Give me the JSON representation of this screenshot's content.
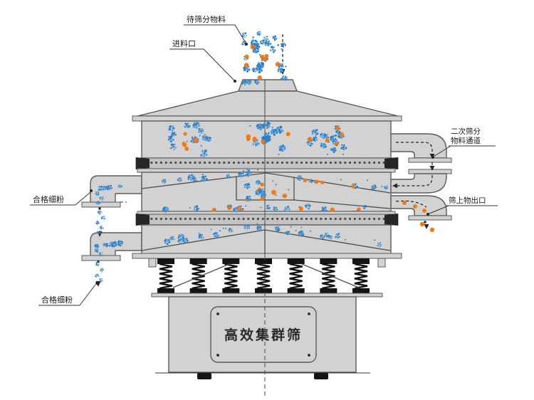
{
  "diagram_title": "高效集群筛",
  "labels": {
    "feed_material": "待筛分物料",
    "feed_inlet": "进料口",
    "secondary_channel_line1": "二次筛分",
    "secondary_channel_line2": "物料通道",
    "oversize_outlet": "筛上物出口",
    "fine_powder_upper": "合格细粉",
    "fine_powder_lower": "合格细粉",
    "machine_name": "高效集群筛"
  },
  "structure": {
    "deck_count": 3,
    "screen_band_count": 2,
    "spring_count": 7,
    "nameplate_bolt_count": 4,
    "foot_count": 2
  },
  "colors": {
    "bg": "#ffffff",
    "body_fill": "#d2d2d2",
    "body_stroke": "#5a5a5a",
    "screen_mesh_dot": "#454545",
    "clamp_dark": "#2d2d2d",
    "particle_blue": "#2f7fc1",
    "particle_blue_light": "#4f9ad8",
    "particle_orange": "#f07b16",
    "spring_black": "#141414",
    "label_text": "#1a1a1a",
    "leader_line": "#333333"
  }
}
